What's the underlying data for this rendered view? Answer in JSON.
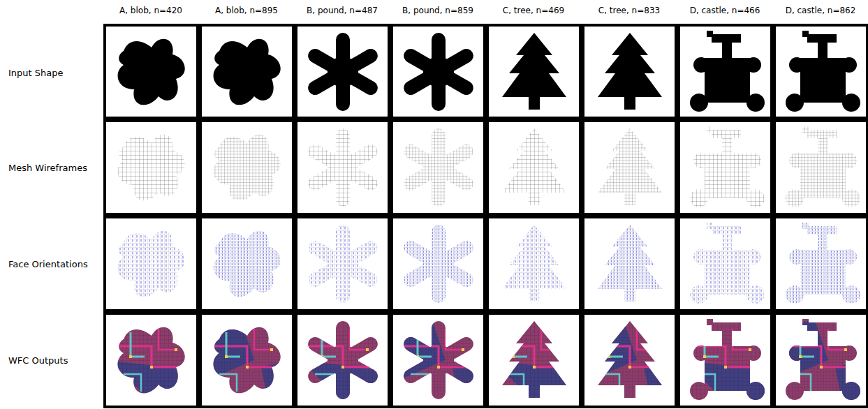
{
  "diagram": {
    "labels": [
      "A, blob, n=420",
      "A, blob, n=895",
      "B, pound, n=487",
      "B, pound, n=859",
      "C, tree, n=469",
      "C, tree, n=833",
      "D, castle, n=466",
      "D, castle, n=862",
      "Input Shape",
      "Mesh Wireframes",
      "Face Orientations",
      "WFC Outputs"
    ]
  }
}
